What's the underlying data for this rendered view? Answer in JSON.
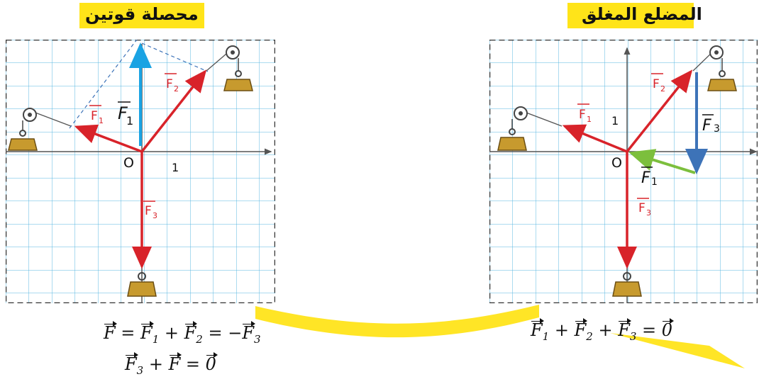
{
  "left_panel": {
    "title": "محصلة قوتين",
    "labels": {
      "f": "F",
      "f1": "F",
      "f1_sub": "1",
      "f2": "F",
      "f2_sub": "2",
      "f3": "F",
      "f3_sub": "3",
      "origin": "O",
      "tick_x": "1",
      "tick_y": "1"
    },
    "equation_1": {
      "lhs": "F",
      "eq1": "=",
      "t1": "F",
      "t1_sub": "1",
      "plus": "+",
      "t2": "F",
      "t2_sub": "2",
      "eq2": "=",
      "neg": "−",
      "t3": "F",
      "t3_sub": "3"
    },
    "equation_2": {
      "t1": "F",
      "t1_sub": "3",
      "plus": "+",
      "t2": "F",
      "eq": "=",
      "zero": "0"
    }
  },
  "right_panel": {
    "title": "المضلع المغلق",
    "labels": {
      "f1_green": "F",
      "f1_green_sub": "1",
      "f2": "F",
      "f2_sub": "2",
      "f3_blue": "F",
      "f3_blue_sub": "3",
      "f1": "F",
      "f1_sub": "1",
      "f3": "F",
      "f3_sub": "3",
      "origin": "O",
      "tick_y": "1"
    },
    "equation": {
      "t1": "F",
      "t1_sub": "1",
      "plus1": "+",
      "t2": "F",
      "t2_sub": "2",
      "plus2": "+",
      "t3": "F",
      "t3_sub": "3",
      "eq": "=",
      "zero": "0"
    }
  },
  "colors": {
    "grid": "#58b7e0",
    "red_vector": "#d8232a",
    "blue_vector": "#1aa3e3",
    "blue_vector_right": "#3d73b8",
    "green_vector": "#7cbf3d",
    "highlight": "#ffe100",
    "weight": "#c79a2e"
  }
}
